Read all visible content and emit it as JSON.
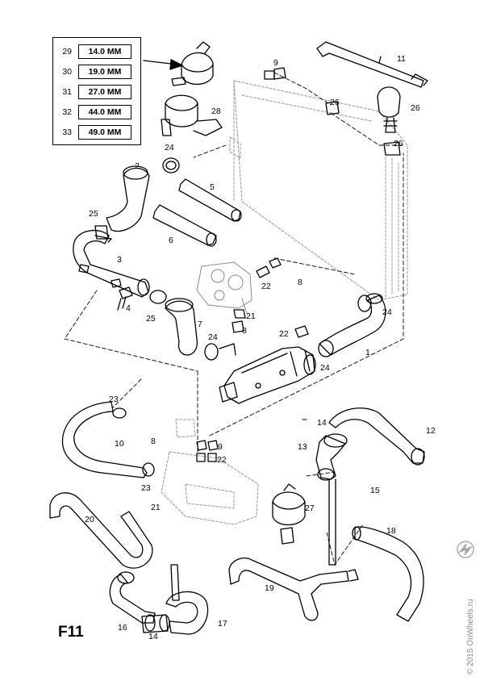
{
  "legend": [
    {
      "num": "29",
      "size": "14.0 MM"
    },
    {
      "num": "30",
      "size": "19.0 MM"
    },
    {
      "num": "31",
      "size": "27.0 MM"
    },
    {
      "num": "32",
      "size": "44.0 MM"
    },
    {
      "num": "33",
      "size": "49.0 MM"
    }
  ],
  "figure_label": "F11",
  "watermark": "© 2015 OnWheels.ru",
  "callouts": [
    {
      "id": "c9a",
      "text": "9"
    },
    {
      "id": "c11",
      "text": "11"
    },
    {
      "id": "c26a",
      "text": "26"
    },
    {
      "id": "c26b",
      "text": "26"
    },
    {
      "id": "c26c",
      "text": "26"
    },
    {
      "id": "c28",
      "text": "28"
    },
    {
      "id": "c24a",
      "text": "24"
    },
    {
      "id": "c2",
      "text": "2"
    },
    {
      "id": "c5",
      "text": "5"
    },
    {
      "id": "c25a",
      "text": "25"
    },
    {
      "id": "c6",
      "text": "6"
    },
    {
      "id": "c3",
      "text": "3"
    },
    {
      "id": "c4",
      "text": "4"
    },
    {
      "id": "c25b",
      "text": "25"
    },
    {
      "id": "c7",
      "text": "7"
    },
    {
      "id": "c21a",
      "text": "21"
    },
    {
      "id": "c8a",
      "text": "8"
    },
    {
      "id": "c22a",
      "text": "22"
    },
    {
      "id": "c8b",
      "text": "8"
    },
    {
      "id": "c24b",
      "text": "24"
    },
    {
      "id": "c22b",
      "text": "22"
    },
    {
      "id": "c24c",
      "text": "24"
    },
    {
      "id": "c1",
      "text": "1"
    },
    {
      "id": "c24d",
      "text": "24"
    },
    {
      "id": "c23a",
      "text": "23"
    },
    {
      "id": "c10",
      "text": "10"
    },
    {
      "id": "c8c",
      "text": "8"
    },
    {
      "id": "c9b",
      "text": "9"
    },
    {
      "id": "c22c",
      "text": "22"
    },
    {
      "id": "c21b",
      "text": "21"
    },
    {
      "id": "c23b",
      "text": "23"
    },
    {
      "id": "c14a",
      "text": "14"
    },
    {
      "id": "c12",
      "text": "12"
    },
    {
      "id": "c13",
      "text": "13"
    },
    {
      "id": "c15",
      "text": "15"
    },
    {
      "id": "c20",
      "text": "20"
    },
    {
      "id": "c27",
      "text": "27"
    },
    {
      "id": "c18",
      "text": "18"
    },
    {
      "id": "c19",
      "text": "19"
    },
    {
      "id": "c16",
      "text": "16"
    },
    {
      "id": "c14b",
      "text": "14"
    },
    {
      "id": "c17",
      "text": "17"
    }
  ]
}
